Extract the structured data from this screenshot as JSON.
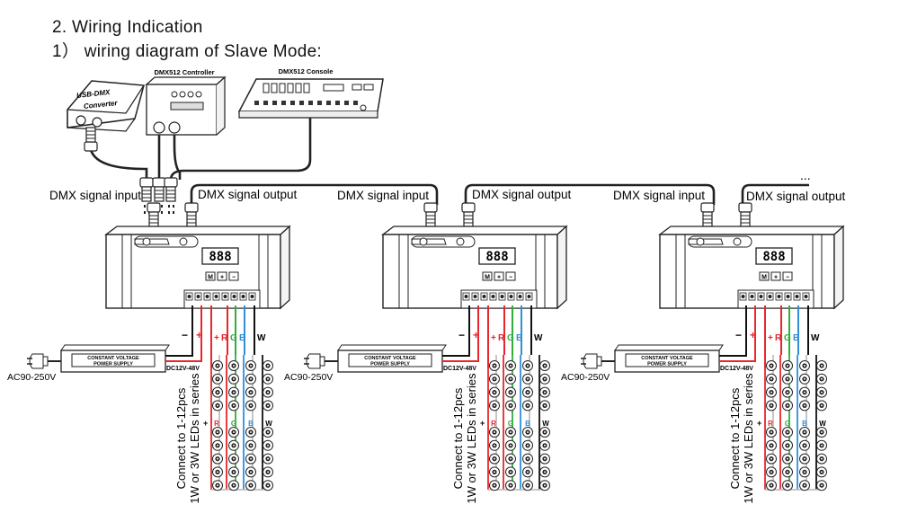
{
  "heading": "2. Wiring Indication",
  "subheading": "1） wiring  diagram of Slave Mode:",
  "devices": {
    "usb_dmx": "USB-DMX Converter",
    "controller": "DMX512 Controller",
    "console": "DMX512 Console"
  },
  "signals": {
    "input": "DMX signal input",
    "output": "DMX signal output",
    "more": "..."
  },
  "decoder": {
    "display": "888",
    "buttons": [
      "M",
      "+",
      "−"
    ]
  },
  "power": {
    "box_line1": "CONSTANT VOLTAGE",
    "box_line2": "POWER SUPPLY",
    "ac": "AC90-250V",
    "dc": "DC12V-48V"
  },
  "wires": {
    "minus": "−",
    "plus": "+",
    "r": "R",
    "g": "G",
    "b": "B",
    "w": "W"
  },
  "led_note": {
    "line1": "Connect to 1-12pcs",
    "line2": "1W or 3W LEDs in series"
  },
  "colors": {
    "red": "#e8262b",
    "green": "#2fae3c",
    "blue": "#2f8fd8",
    "black": "#111111",
    "gray": "#bfbfbf"
  }
}
